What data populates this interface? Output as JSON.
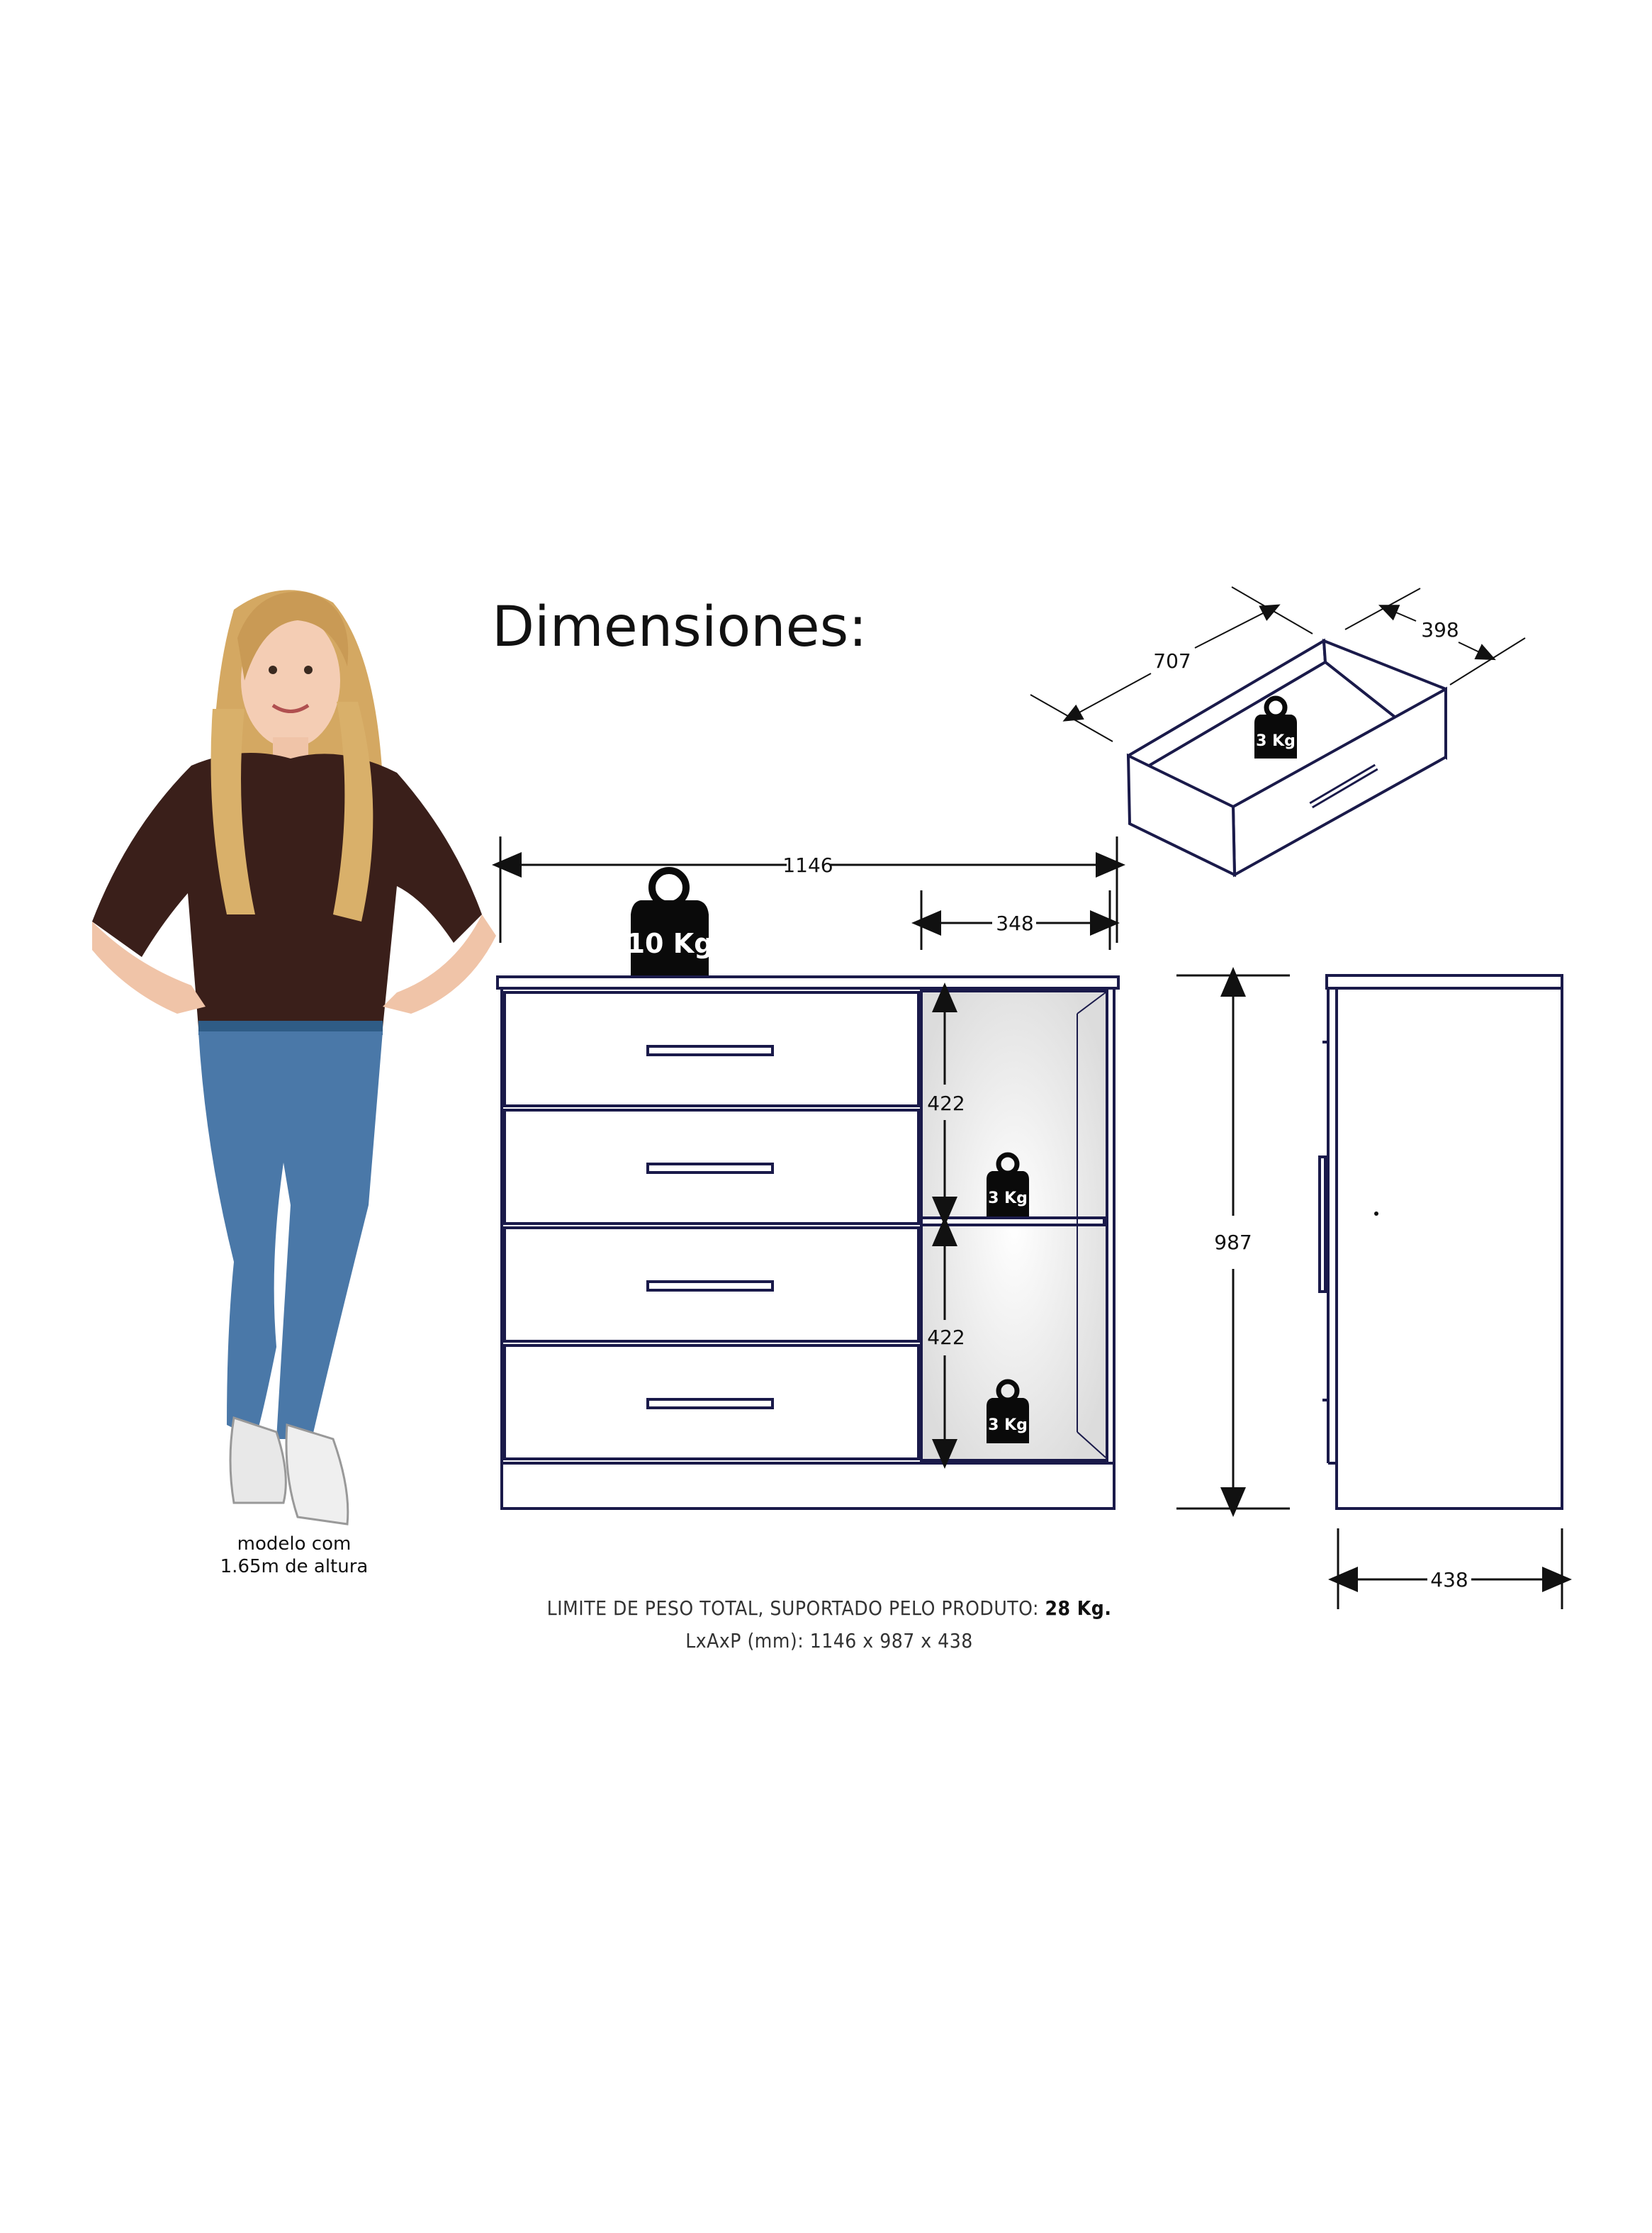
{
  "title": "Dimensiones:",
  "model_caption": {
    "line1": "modelo com",
    "line2": "1.65m de altura"
  },
  "weights": {
    "top": "10 Kg",
    "drawer": "3 Kg",
    "shelf_upper": "3 Kg",
    "shelf_lower": "3 Kg"
  },
  "dimensions": {
    "width": "1146",
    "niche_width": "348",
    "niche_upper_height": "422",
    "niche_lower_height": "422",
    "height": "987",
    "depth": "438",
    "drawer_depth": "707",
    "drawer_width": "398"
  },
  "footer": {
    "limit_text": "LIMITE DE PESO TOTAL, SUPORTADO PELO PRODUTO: ",
    "limit_value": "28 Kg.",
    "dims_line": "LxAxP (mm): 1146 x 987 x 438"
  },
  "colors": {
    "outline": "#1a1a4a",
    "weight_fill": "#0a0a0a",
    "hair": "#d9b06a",
    "shirt": "#3a1f1a",
    "jeans": "#4a78a8"
  }
}
